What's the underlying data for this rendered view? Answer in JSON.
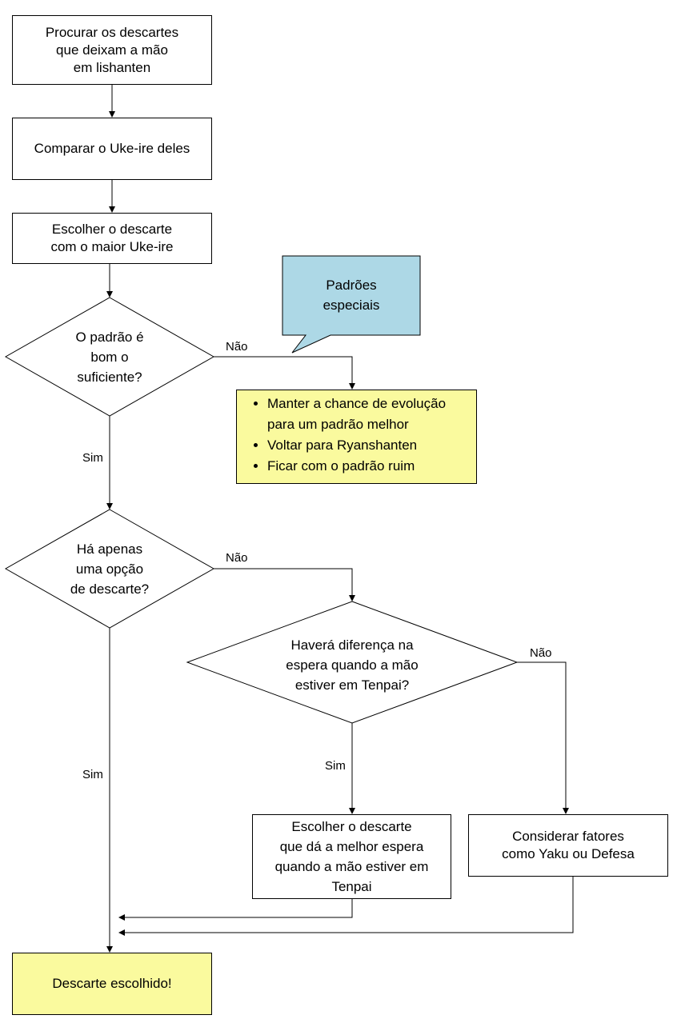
{
  "nodes": {
    "find_discards": [
      "Procurar os descartes",
      "que deixam a mão",
      "em lishanten"
    ],
    "compare_ukeire": [
      "Comparar o Uke-ire deles"
    ],
    "choose_max": [
      "Escolher o descarte",
      "com o maior Uke-ire"
    ],
    "pattern_good": [
      "O padrão é",
      "bom o",
      "suficiente?"
    ],
    "special_patterns": [
      "Padrões",
      "especiais"
    ],
    "options": [
      "Manter a chance de evolução para um padrão melhor",
      "Voltar para Ryanshanten",
      "Ficar com o padrão ruim"
    ],
    "only_one": [
      "Há apenas",
      "uma opção",
      "de descarte?"
    ],
    "wait_diff": [
      "Haverá diferença na",
      "espera quando a mão",
      "estiver em Tenpai?"
    ],
    "best_wait": [
      "Escolher o descarte",
      "que dá a melhor espera",
      "quando a mão estiver em",
      "Tenpai"
    ],
    "consider_factors": [
      "Considerar fatores",
      "como Yaku ou Defesa"
    ],
    "chosen": [
      "Descarte escolhido!"
    ]
  },
  "labels": {
    "no1": "Não",
    "yes1": "Sim",
    "no2": "Não",
    "yes2": "Sim",
    "no3": "Não",
    "yes3": "Sim"
  },
  "colors": {
    "highlight": "#fafa9e",
    "callout": "#add8e6",
    "stroke": "#000000"
  }
}
